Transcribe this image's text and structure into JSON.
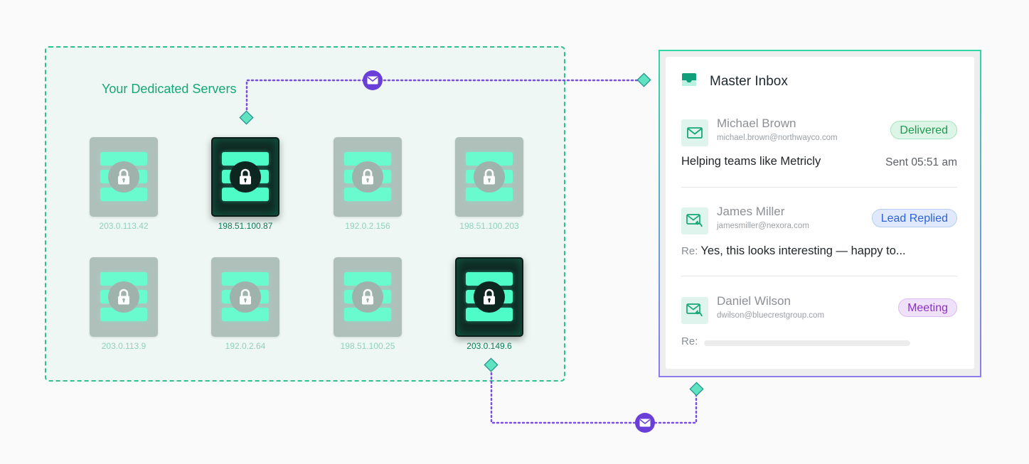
{
  "servers_panel": {
    "title": "Your Dedicated Servers",
    "servers": [
      {
        "ip": "203.0.113.42",
        "state": "locked-dim"
      },
      {
        "ip": "198.51.100.87",
        "state": "active"
      },
      {
        "ip": "192.0.2.156",
        "state": "locked-dim"
      },
      {
        "ip": "198.51.100.203",
        "state": "locked-dim"
      },
      {
        "ip": "203.0.113.9",
        "state": "locked-dim"
      },
      {
        "ip": "192.0.2.64",
        "state": "locked-dim"
      },
      {
        "ip": "198.51.100.25",
        "state": "locked-dim"
      },
      {
        "ip": "203.0.149.6",
        "state": "active"
      }
    ]
  },
  "inbox": {
    "title": "Master Inbox",
    "emails": [
      {
        "sender": "Michael Brown",
        "email": "michael.brown@northwayco.com",
        "status": "Delivered",
        "subject": "Helping teams like Metricly",
        "time": "Sent 05:51 am",
        "icon": "mail-icon"
      },
      {
        "sender": "James Miller",
        "email": "jamesmiller@nexora.com",
        "status": "Lead Replied",
        "re_label": "Re:",
        "re_text": "Yes, this looks interesting — happy to...",
        "icon": "mail-reply-icon"
      },
      {
        "sender": "Daniel Wilson",
        "email": "dwilson@bluecrestgroup.com",
        "status": "Meeting",
        "re_label": "Re:",
        "icon": "mail-reply-icon"
      }
    ]
  },
  "colors": {
    "accent_green": "#14a877",
    "server_glow": "#4dfcc6",
    "connector_purple": "#7b4fe0",
    "status_delivered": "#1d9a4f",
    "status_replied": "#2e62d8",
    "status_meeting": "#8c2ec9"
  }
}
